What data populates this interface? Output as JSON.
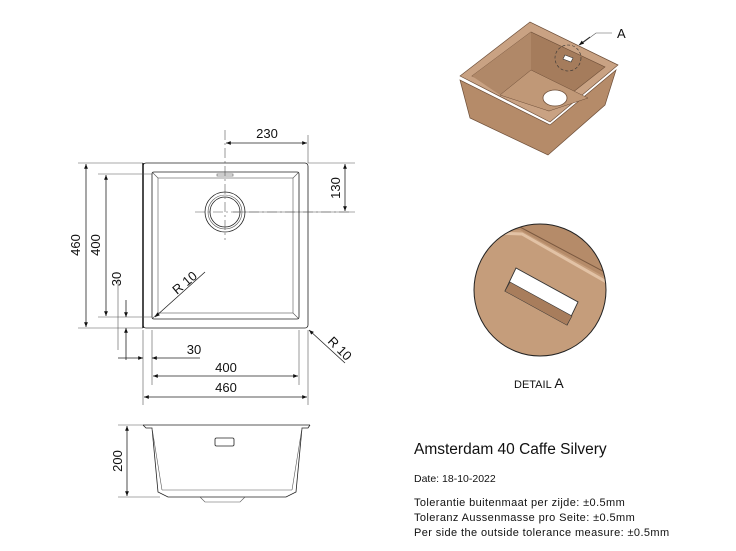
{
  "title": "Amsterdam 40 Caffe Silvery",
  "date": "Date: 18-10-2022",
  "tolerances": [
    "Tolerantie buitenmaat per zijde: ±0.5mm",
    "Toleranz Aussenmasse pro Seite: ±0.5mm",
    "Per side the outside tolerance measure: ±0.5mm"
  ],
  "detail_label": {
    "prefix": "DETAIL ",
    "letter": "A"
  },
  "callout": "A",
  "dimensions": {
    "drain_x": "230",
    "drain_y": "130",
    "outer_height": "460",
    "inner_height": "400",
    "rim_vertical": "30",
    "rim_horizontal": "30",
    "inner_width": "400",
    "outer_width": "460",
    "inner_radius": "R 10",
    "outer_radius": "R 10",
    "depth": "200"
  },
  "colors": {
    "sink": "#c59d7b",
    "sink_dark": "#9c7455",
    "line": "#222222"
  }
}
